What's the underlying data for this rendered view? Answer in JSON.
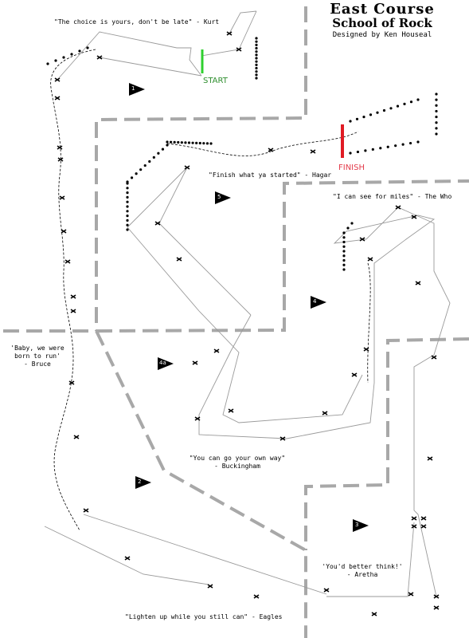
{
  "header": {
    "line1": "East Course",
    "line2": "School of Rock",
    "line3": "Designed by Ken Houseal"
  },
  "labels": {
    "start": "START",
    "finish": "FINISH"
  },
  "quotes": {
    "kurt": "\"The choice is yours, don't be late\" - Kurt",
    "hagar": "\"Finish what ya started\" - Hagar",
    "who": "\"I can see for miles\" - The Who",
    "bruce_1": "'Baby, we were",
    "bruce_2": "born to run'",
    "bruce_3": "- Bruce",
    "buckingham_1": "\"You can go your own way\"",
    "buckingham_2": "- Buckingham",
    "aretha_1": "'You'd better think!'",
    "aretha_2": "- Aretha",
    "eagles": "\"Lighten up while you still can\" - Eagles"
  },
  "zones": [
    "1",
    "2",
    "3",
    "4",
    "4a",
    "5"
  ],
  "colors": {
    "start_line": "#2fd02f",
    "finish_line": "#e01b24",
    "boundary": "#a8a8a8",
    "fairway": "#9a9a9a"
  }
}
